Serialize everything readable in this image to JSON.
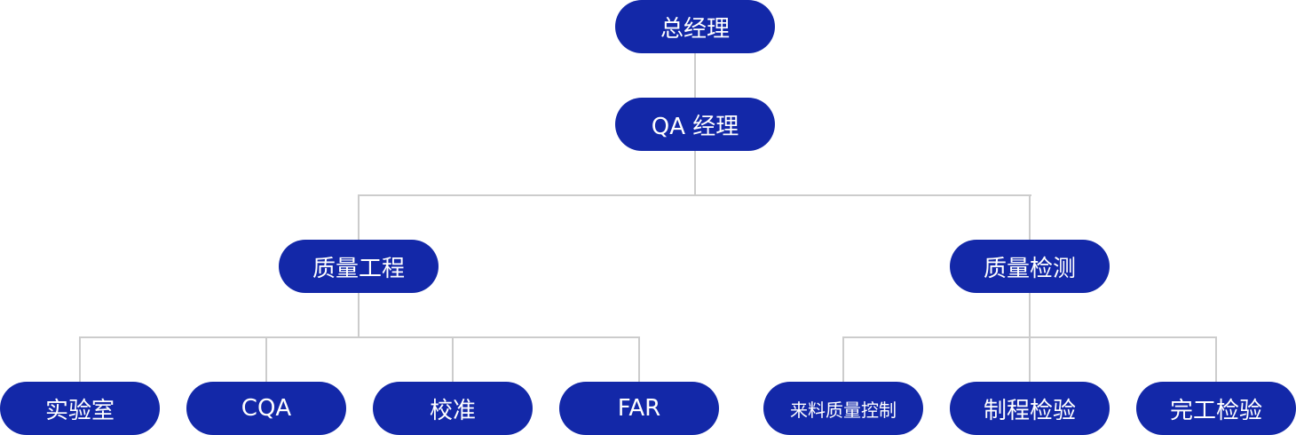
{
  "org_chart": {
    "colors": {
      "node_fill": "#1328a8",
      "node_text": "#ffffff",
      "connector": "#cccccc",
      "background": "#ffffff"
    },
    "root": {
      "label": "总经理",
      "children": [
        {
          "label": "QA 经理",
          "children": [
            {
              "label": "质量工程",
              "children": [
                {
                  "label": "实验室"
                },
                {
                  "label": "CQA"
                },
                {
                  "label": "校准"
                },
                {
                  "label": "FAR"
                }
              ]
            },
            {
              "label": "质量检测",
              "children": [
                {
                  "label": "来料质量控制"
                },
                {
                  "label": "制程检验"
                },
                {
                  "label": "完工检验"
                }
              ]
            }
          ]
        }
      ]
    }
  }
}
